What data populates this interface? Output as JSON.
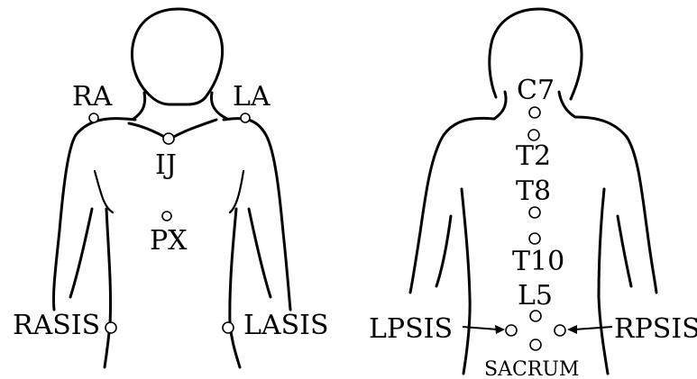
{
  "labels": {
    "ra": "RA",
    "la": "LA",
    "ij": "IJ",
    "px": "PX",
    "rasis": "RASIS",
    "lasis": "LASIS",
    "c7": "C7",
    "t2": "T2",
    "t8": "T8",
    "t10": "T10",
    "l5": "L5",
    "lpsis": "LPSIS",
    "rpsis": "RPSIS",
    "sacrum": "SACRUM"
  }
}
